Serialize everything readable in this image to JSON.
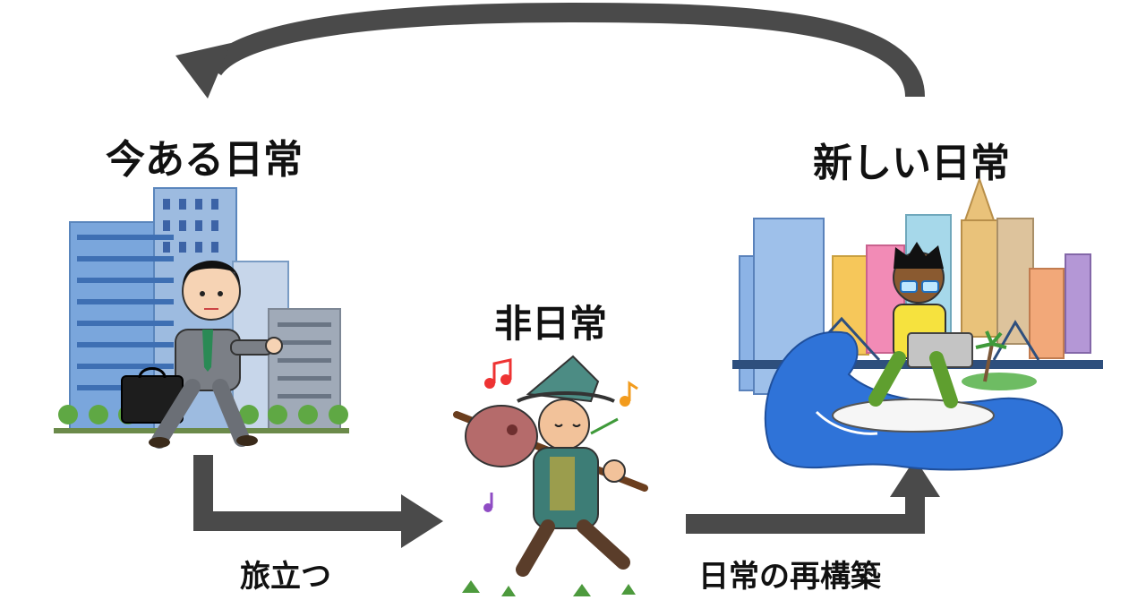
{
  "labels": {
    "current_routine": "今ある日常",
    "new_routine": "新しい日常",
    "non_routine": "非日常",
    "set_out": "旅立つ",
    "rebuild_routine": "日常の再構築"
  },
  "colors": {
    "arrow": "#4a4a4a",
    "building_blue": "#6e9cd6",
    "wave_blue": "#2f73d8",
    "text": "#111111"
  },
  "icons": {
    "scene_current": "businessman-running-city",
    "scene_non": "wanderer-traveler",
    "scene_new": "surfer-laptop-city"
  }
}
